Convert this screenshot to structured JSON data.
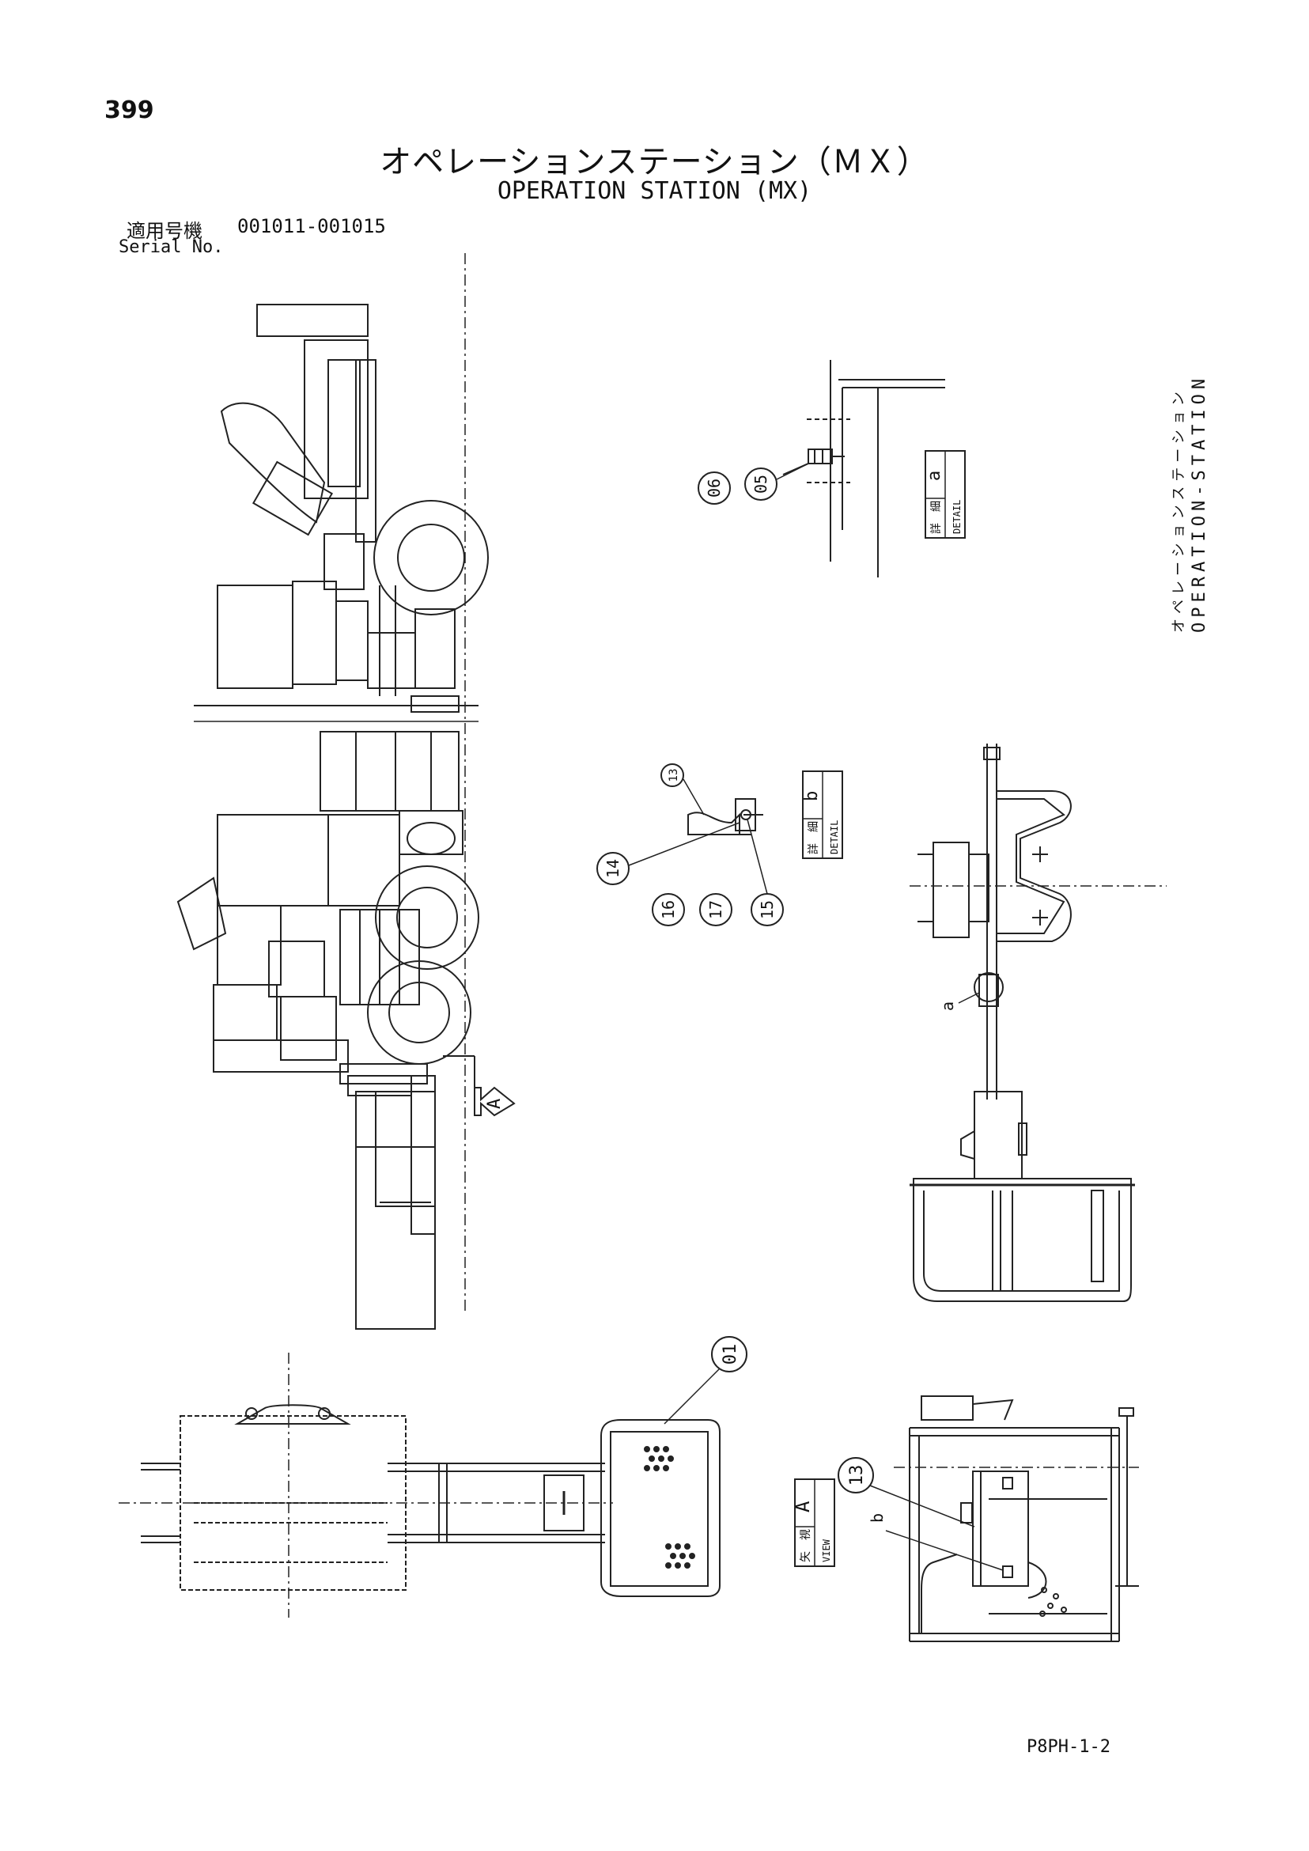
{
  "page": {
    "number": "399",
    "title_jp": "オペレーションステーション（ＭＸ）",
    "title_en": "OPERATION STATION (MX)",
    "serial_label_jp": "適用号機",
    "serial_range": "001011-001015",
    "serial_label_en": "Serial No.",
    "side_label_jp": "オペレーションステーション",
    "side_label_en": "OPERATION-STATION",
    "footer_code": "P8PH-1-2"
  },
  "callouts": {
    "c06": "06",
    "c05": "05",
    "c13a": "13",
    "c14": "14",
    "c16": "16",
    "c17": "17",
    "c15": "15",
    "c01": "01",
    "c13b": "13"
  },
  "detail_labels": {
    "detail_a": {
      "jp": "詳　細",
      "en": "DETAIL",
      "letter": "a"
    },
    "detail_b": {
      "jp": "詳　細",
      "en": "DETAIL",
      "letter": "b"
    },
    "view_a": {
      "jp": "矢　視",
      "en": "VIEW",
      "letter": "A"
    }
  },
  "markers": {
    "arrow_a": "A",
    "pointer_a": "a",
    "pointer_b": "b"
  }
}
